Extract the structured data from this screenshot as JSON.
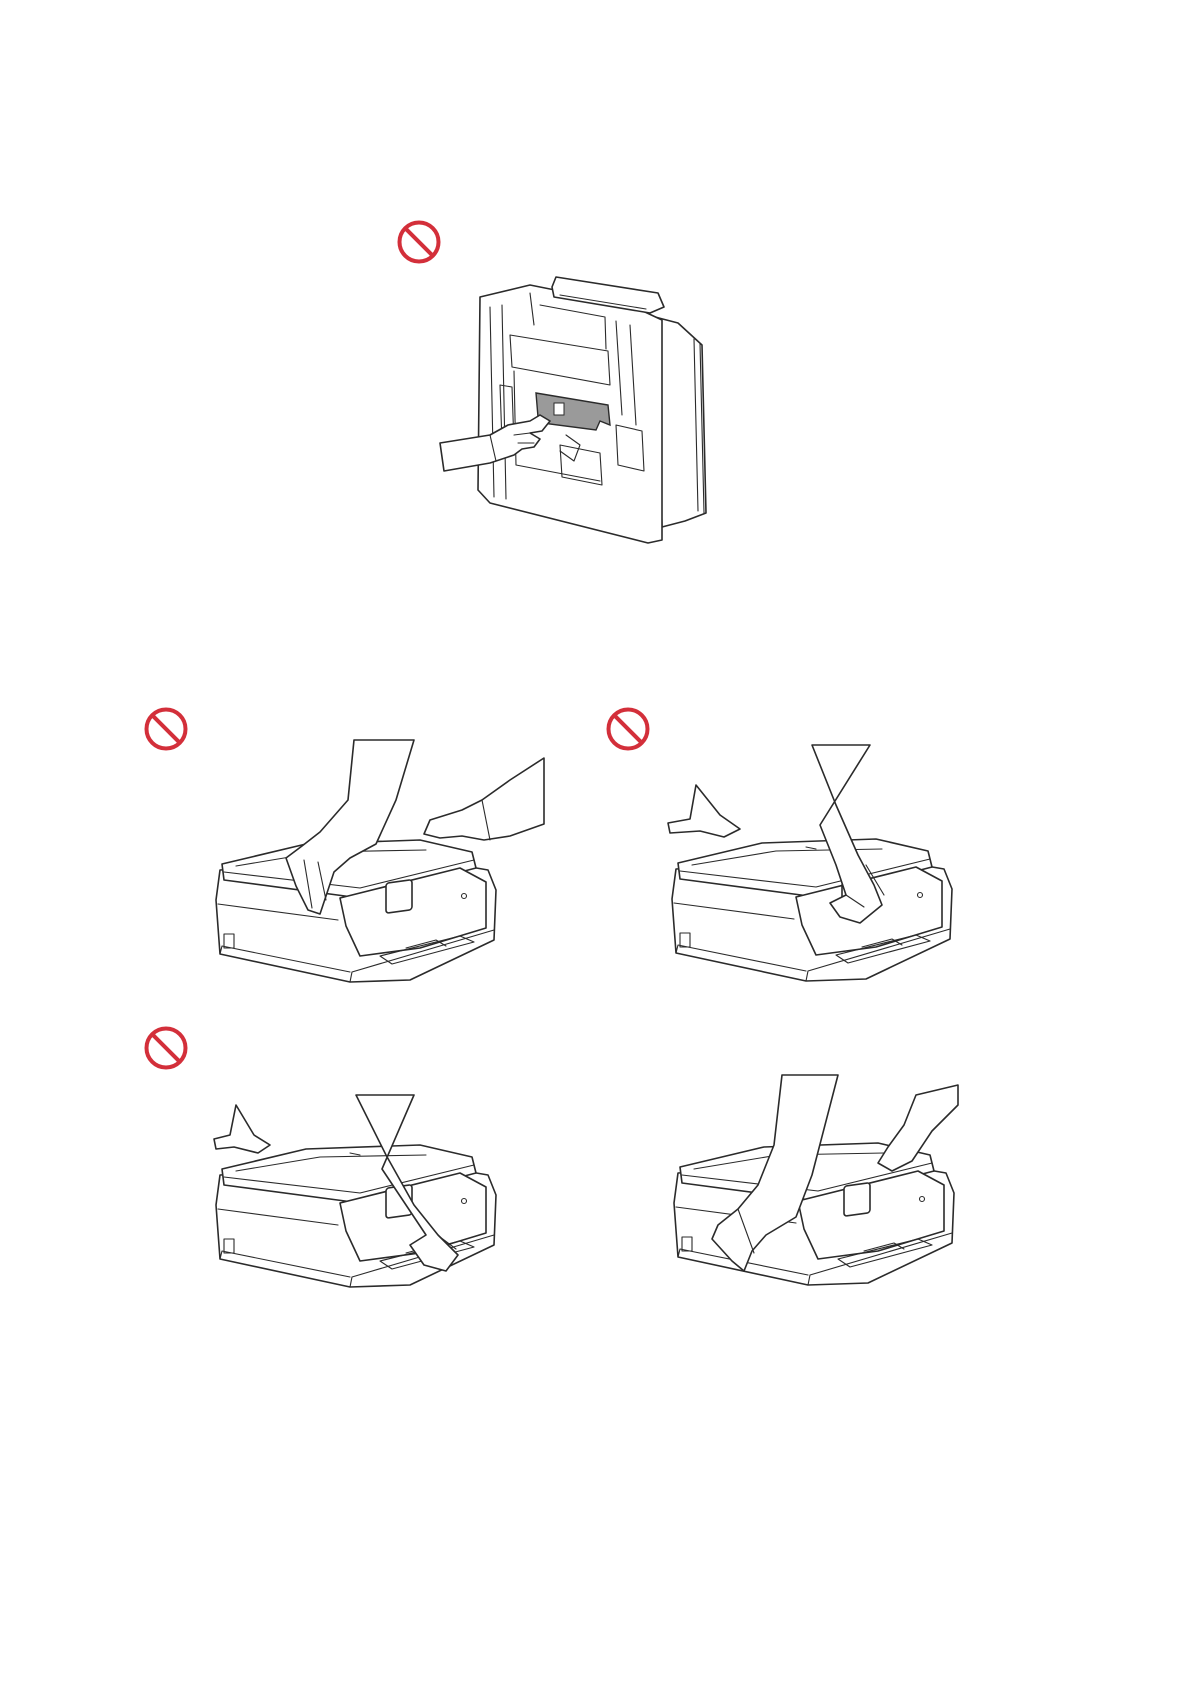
{
  "page": {
    "background": "#ffffff",
    "line_color": "#2b2b2b",
    "prohibit_color": "#d32f3a"
  },
  "figures": [
    {
      "id": "fig-back-panel",
      "prohibited": true,
      "icon": "prohibited-icon",
      "depicts": "printer-back-panel-touch"
    },
    {
      "id": "fig-lift-by-scanner-lid",
      "prohibited": true,
      "icon": "prohibited-icon",
      "depicts": "printer-lift-scanner-lid"
    },
    {
      "id": "fig-lift-by-control-panel",
      "prohibited": true,
      "icon": "prohibited-icon",
      "depicts": "printer-lift-control-panel"
    },
    {
      "id": "fig-lift-by-front-tray",
      "prohibited": true,
      "icon": "prohibited-icon",
      "depicts": "printer-lift-front-tray"
    },
    {
      "id": "fig-lift-correct",
      "prohibited": false,
      "icon": "",
      "depicts": "printer-lift-from-sides"
    }
  ]
}
